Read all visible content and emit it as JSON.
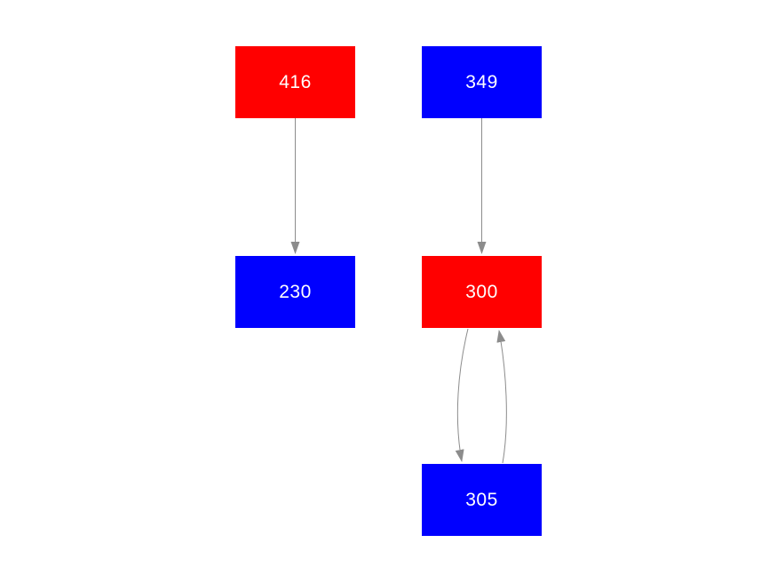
{
  "diagram": {
    "background": "#ffffff",
    "arrow_color": "#8c8c8c",
    "text_color": "#ffffff",
    "nodes": [
      {
        "id": "416",
        "label": "416",
        "color": "#ff0000",
        "shape": "rectangle"
      },
      {
        "id": "349",
        "label": "349",
        "color": "#0000ff",
        "shape": "rectangle"
      },
      {
        "id": "230",
        "label": "230",
        "color": "#0000ff",
        "shape": "rectangle"
      },
      {
        "id": "300",
        "label": "300",
        "color": "#ff0000",
        "shape": "rectangle"
      },
      {
        "id": "305",
        "label": "305",
        "color": "#0000ff",
        "shape": "rectangle"
      }
    ],
    "edges": [
      {
        "from": "416",
        "to": "230",
        "style": "straight"
      },
      {
        "from": "349",
        "to": "300",
        "style": "straight"
      },
      {
        "from": "300",
        "to": "305",
        "style": "curved-left"
      },
      {
        "from": "305",
        "to": "300",
        "style": "curved-right"
      }
    ]
  }
}
